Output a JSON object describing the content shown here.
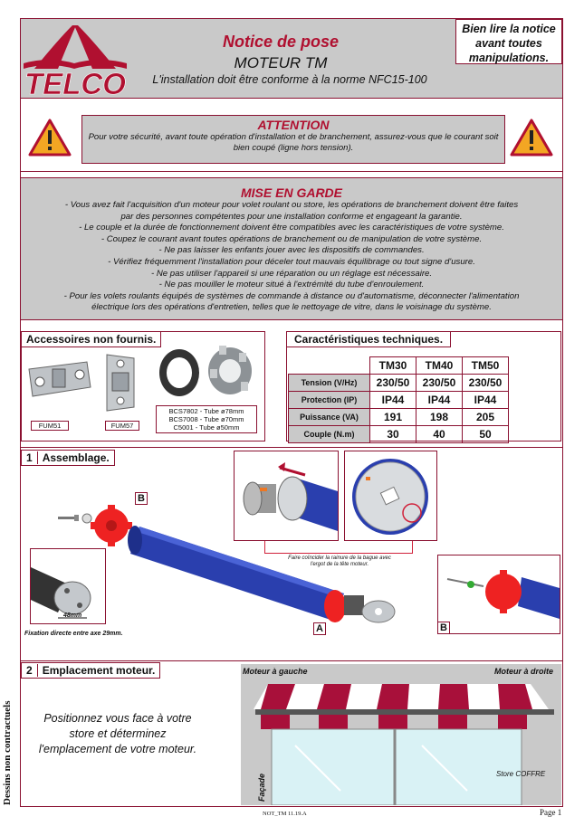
{
  "header": {
    "brand": "TELCO",
    "title": "Notice de pose",
    "subtitle": "MOTEUR TM",
    "norm": "L'installation doit être conforme à la norme NFC15-100",
    "notice_line1": "Bien lire la notice",
    "notice_line2": "avant toutes",
    "notice_line3": "manipulations."
  },
  "attention": {
    "title": "ATTENTION",
    "text": "Pour votre sécurité, avant toute opération d'installation et de branchement, assurez-vous que le courant soit bien coupé (ligne hors tension)."
  },
  "mise_en_garde": {
    "title": "MISE EN GARDE",
    "lines": [
      "- Vous avez fait l'acquisition d'un moteur pour volet roulant ou store, les opérations de branchement doivent être faites",
      "par des personnes compétentes pour une installation conforme et engageant la garantie.",
      "- Le couple et la durée de fonctionnement doivent être compatibles avec les caractéristiques de votre système.",
      "- Coupez le courant avant toutes opérations de branchement ou de manipulation de votre système.",
      "- Ne pas laisser les enfants jouer avec les dispositifs de commandes.",
      "- Vérifiez fréquemment l'installation pour déceler tout mauvais équilibrage ou tout signe d'usure.",
      "- Ne pas utiliser l'appareil si une réparation ou un réglage est nécessaire.",
      "- Ne pas mouiller le moteur situé à l'extrémité du tube d'enroulement.",
      "- Pour les volets roulants équipés de systèmes de commande à distance ou d'automatisme, déconnecter l'alimentation",
      "électrique lors des opérations d'entretien, telles que le nettoyage de vitre, dans le voisinage du système."
    ]
  },
  "accessoires": {
    "title": "Accessoires non fournis.",
    "items": [
      "FUM51",
      "FUM57"
    ],
    "bague_lines": [
      "BCS7802 - Tube ø78mm",
      "BCS7008 - Tube ø70mm",
      "C5001 - Tube ø50mm"
    ]
  },
  "caracteristiques": {
    "title": "Caractéristiques techniques.",
    "models": [
      "TM30",
      "TM40",
      "TM50"
    ],
    "rows": [
      {
        "label": "Tension (V/Hz)",
        "values": [
          "230/50",
          "230/50",
          "230/50"
        ]
      },
      {
        "label": "Protection (IP)",
        "values": [
          "IP44",
          "IP44",
          "IP44"
        ]
      },
      {
        "label": "Puissance (VA)",
        "values": [
          "191",
          "198",
          "205"
        ]
      },
      {
        "label": "Couple (N.m)",
        "values": [
          "30",
          "40",
          "50"
        ]
      }
    ]
  },
  "assemblage": {
    "num": "1",
    "title": "Assemblage.",
    "label_a": "A",
    "label_b": "B",
    "note_line1": "Faire coïncider la rainure de la bague avec",
    "note_line2": "l'ergot de la tête moteur.",
    "fixation": "Fixation directe entre axe 29mm.",
    "dimension": "48mm"
  },
  "emplacement": {
    "num": "2",
    "title": "Emplacement moteur.",
    "text": "Positionnez vous face à votre store et déterminez l'emplacement de votre moteur.",
    "left_label": "Moteur à gauche",
    "right_label": "Moteur à droite",
    "facade": "Façade",
    "store": "Store",
    "coffre": "COFFRE"
  },
  "footer": {
    "vertical": "Dessins non contractuels",
    "code": "NOT_TM 11.19.A",
    "page": "Page 1"
  },
  "colors": {
    "brand_red": "#b01030",
    "frame": "#8a1030",
    "panel_grey": "#c9c9c9",
    "tube_blue": "#2a3fae"
  }
}
